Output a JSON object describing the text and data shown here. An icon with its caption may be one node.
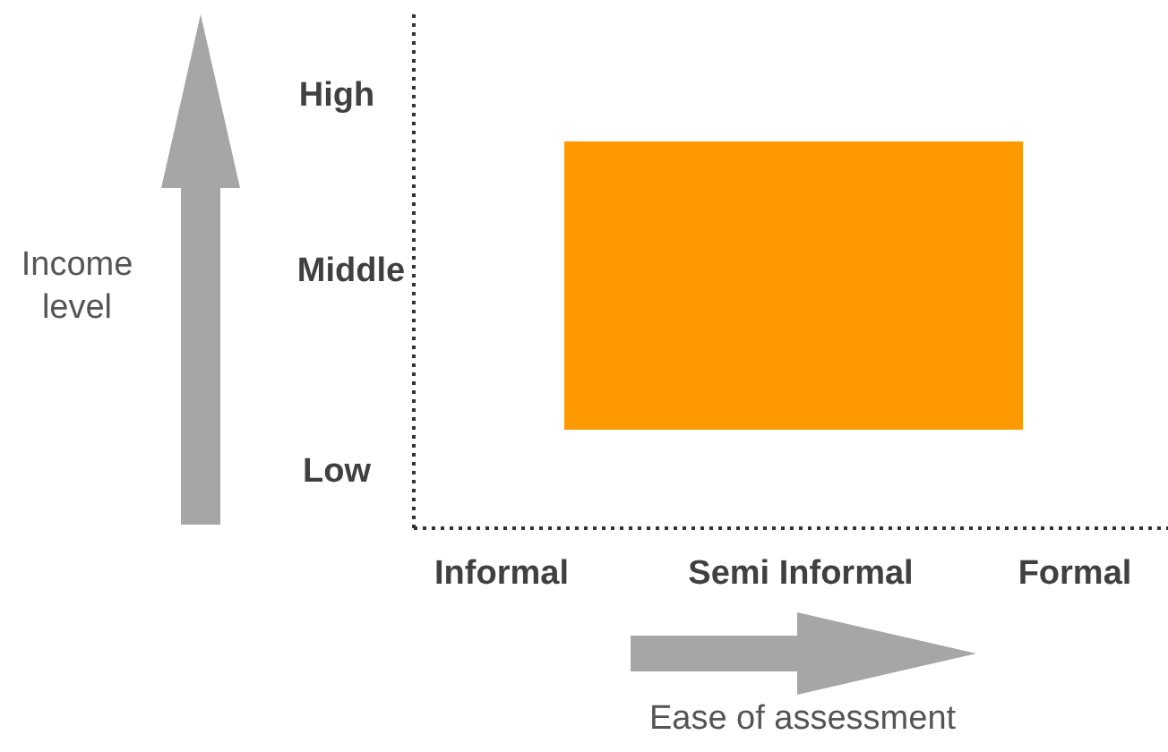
{
  "diagram": {
    "labels": [
      "High",
      "Income level",
      "Middle",
      "Low",
      "Informal",
      "Semi Informal",
      "Formal",
      "Ease of assessment"
    ]
  }
}
